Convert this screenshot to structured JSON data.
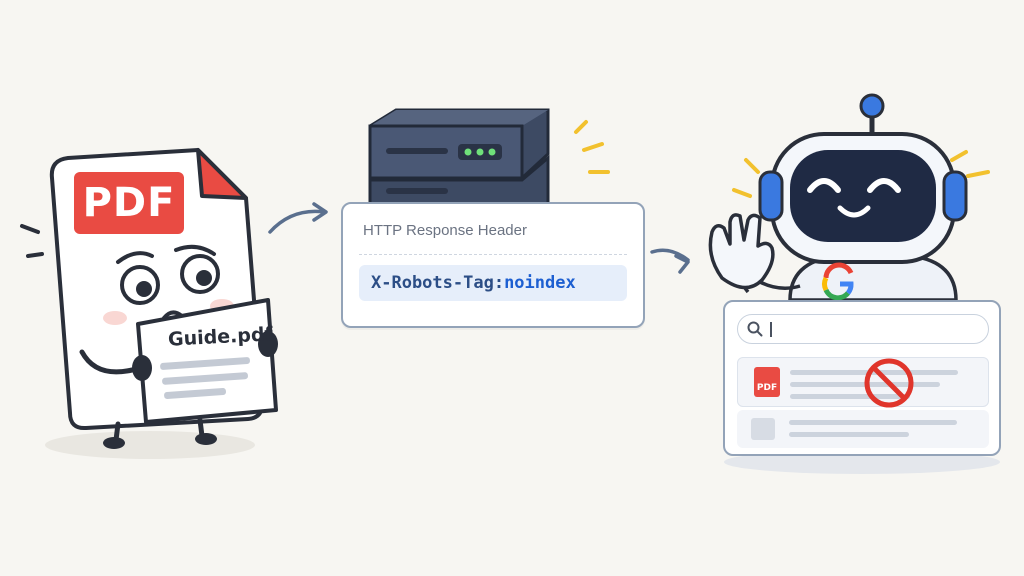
{
  "pdf_document": {
    "badge_text": "PDF",
    "sign_label": "Guide.pdf",
    "badge_color": "#e94b43"
  },
  "http_header_card": {
    "title": "HTTP Response Header",
    "header_name": "X-Robots-Tag:",
    "header_value": "noindex",
    "accent_color": "#1d5fd1"
  },
  "search_results": {
    "result_icon_text": "PDF",
    "blocked_icon": "no-entry-icon"
  },
  "icons": [
    "server-icon",
    "robot-icon",
    "google-g-icon",
    "search-icon",
    "arrow-icon",
    "no-entry-icon"
  ]
}
